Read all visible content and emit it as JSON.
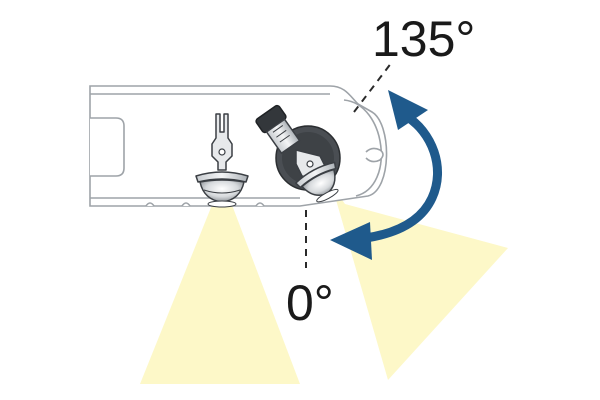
{
  "diagram": {
    "labels": {
      "max_angle": "135°",
      "min_angle": "0°"
    },
    "colors": {
      "arrow": "#1f5a8c",
      "light_beam": "#fdf8c8",
      "track_outline": "#9ea3a8",
      "dashed_guide": "#2a2a2a",
      "text": "#1a1a1a"
    },
    "icons": {
      "fixed_fixture": "pendant-spotlight-icon",
      "adjustable_fixture": "tilting-spotlight-icon",
      "rotation_arrow": "double-headed-curved-arrow-icon"
    },
    "rotation_range_degrees": [
      0,
      135
    ]
  }
}
